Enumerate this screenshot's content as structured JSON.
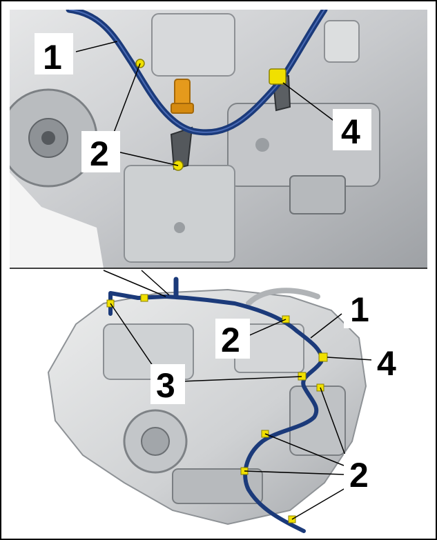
{
  "colors": {
    "hose": "#1b3a7a",
    "clip": "#f0e000",
    "leader": "#000000",
    "label_box": "#ffffff",
    "engine_light": "#d2d4d6",
    "engine_mid": "#a9acb0",
    "engine_dark": "#6e7276",
    "sensor": "#e59a1c"
  },
  "top_view": {
    "labels": {
      "hose": "1",
      "clip": "2",
      "bracket": "4"
    }
  },
  "bottom_view": {
    "labels": {
      "hose": "1",
      "clip_upper": "2",
      "clip_lower": "2",
      "clip_rear": "3",
      "bracket": "4"
    }
  }
}
